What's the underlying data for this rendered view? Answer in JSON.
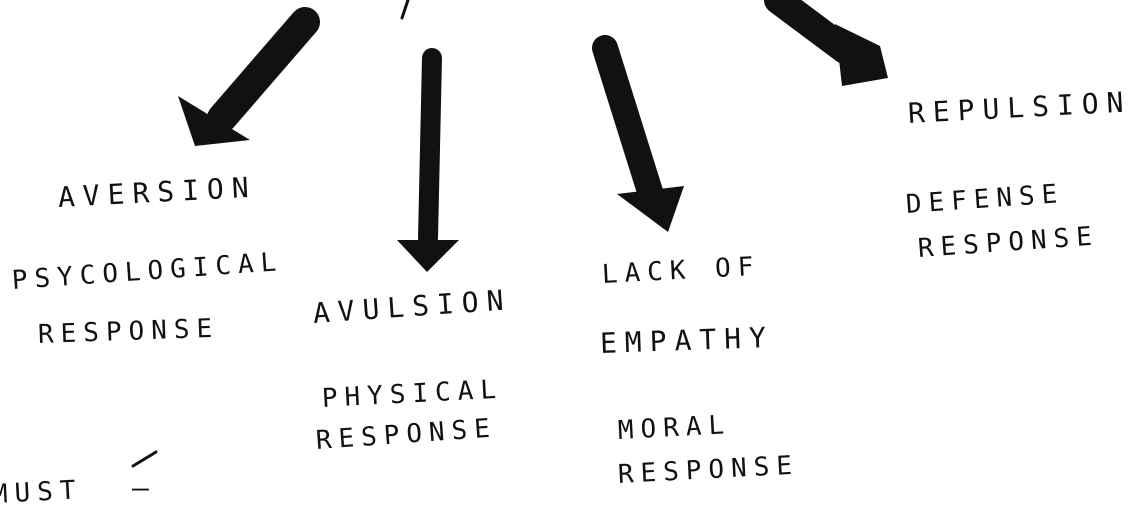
{
  "diagram": {
    "ink_color": "#111111",
    "background": "#ffffff",
    "nodes": [
      {
        "id": "aversion",
        "title": "AVERSION",
        "subtitle_lines": [
          "PSYCOLOGICAL",
          "RESPONSE"
        ]
      },
      {
        "id": "avulsion",
        "title": "AVULSION",
        "subtitle_lines": [
          "PHYSICAL",
          "RESPONSE"
        ]
      },
      {
        "id": "lack-of-empathy",
        "title_lines": [
          "LACK OF",
          "EMPATHY"
        ],
        "subtitle_lines": [
          "MORAL",
          "RESPONSE"
        ]
      },
      {
        "id": "repulsion",
        "title": "REPULSION",
        "subtitle_lines": [
          "DEFENSE",
          "RESPONSE"
        ]
      }
    ],
    "fragment": {
      "text": "MUST",
      "mark": "–"
    }
  }
}
